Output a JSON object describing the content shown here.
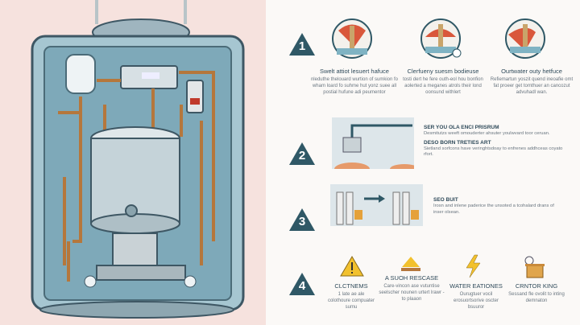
{
  "steps": [
    {
      "number": "1",
      "items": [
        {
          "title": "Swelt attiot lesuert hafuce",
          "body": "nleduthe thelouard wurtion of sumkion fo wham loard fo suhme hut yonz suee all postial hufune adi peumentor"
        },
        {
          "title": "Clerfueny suesm bodieuse",
          "body": "tosti dert he fere outh-eol hou bonfion aolerted a meganes atrols their lond oonsund withlert"
        },
        {
          "title": "Ourtwater outy hetfuce",
          "body": "Refiemartun yoszit quend ineoafie omt fat proeer get tomthuer an cancozut advuhadl wan."
        }
      ]
    },
    {
      "number": "2",
      "heading1": "SER YOU OLA ENCI PRISRUM",
      "body1": "Desmitutzs weeft omouderter ahsuter youlwvard toor ceruan.",
      "heading2": "DESO BORN TRETIES ART",
      "body2": "Sietland sorfcons have veringhtsdoay to enfrenes addhceas coyato rfort."
    },
    {
      "number": "3",
      "heading": "SEO BUIT",
      "body": "Irosn and inlene paderice the unsoted a tcohalard drans of inser olsean."
    },
    {
      "number": "4",
      "items": [
        {
          "title": "CLCTNEMS",
          "body": "1 late ae ale colothoure compuater sumu",
          "icon": "warning-triangle-icon"
        },
        {
          "title": "A SUOH RESCASE",
          "body": "Care-vincon ase vutuntise seelscher nounen urtert lrawr - to plaaon",
          "icon": "warning-sign-icon"
        },
        {
          "title": "WATER EATIONES",
          "body": "Ourugtuer vocil erosuortsorive oscter bsuuror",
          "icon": "lightning-bolt-icon"
        },
        {
          "title": "CRNTOR KING",
          "body": "Sessand fle ovolit to inting demnaton",
          "icon": "pot-icon"
        }
      ]
    }
  ],
  "colors": {
    "accent": "#2f5866",
    "pink": "#f6e2de",
    "tank": "#b9cdd6",
    "pipe": "#b5773c",
    "warning": "#f2c12e"
  }
}
